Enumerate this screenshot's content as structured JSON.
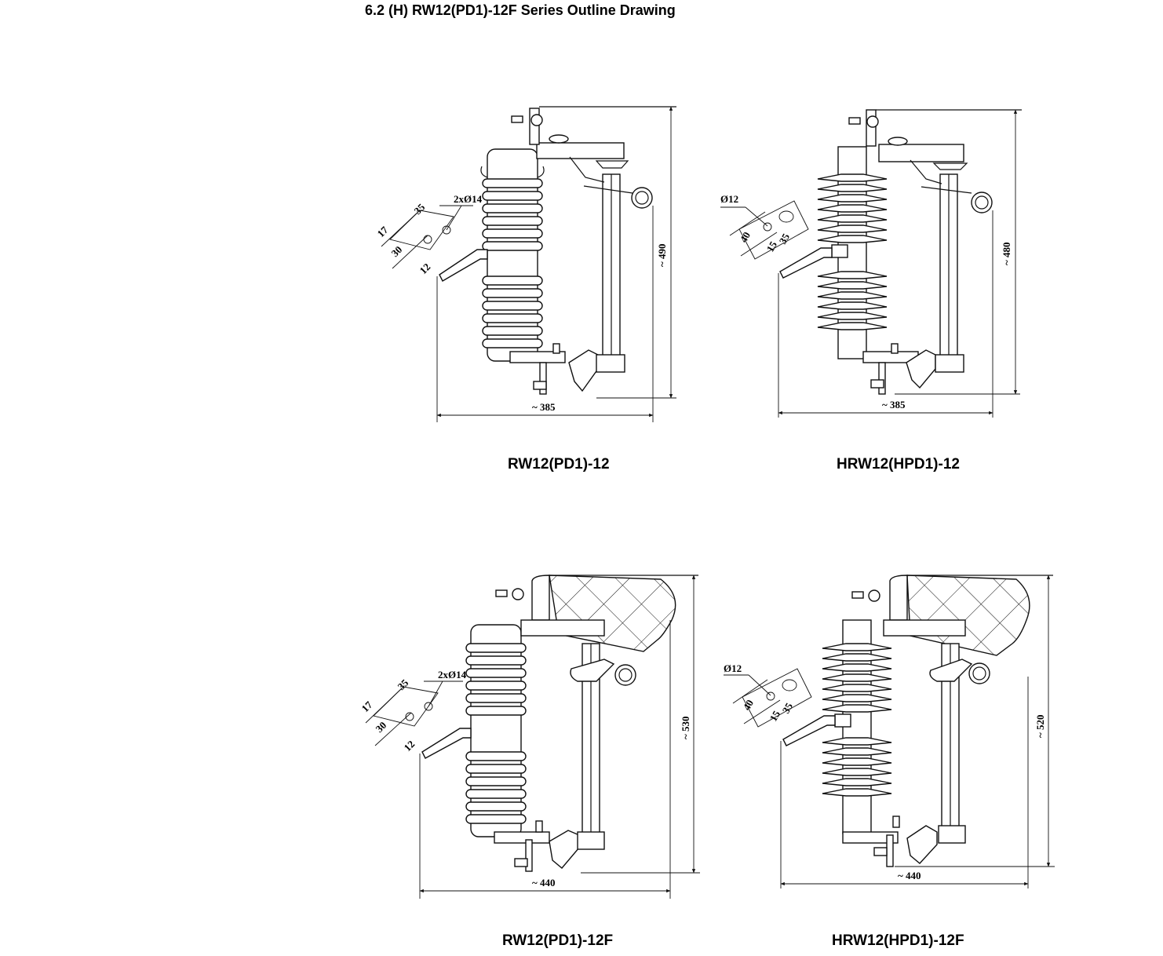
{
  "page_title": "6.2 (H) RW12(PD1)-12F Series Outline Drawing",
  "drawings": [
    {
      "caption": "RW12(PD1)-12",
      "labels": {
        "width": "~ 385",
        "height": "~ 490",
        "hole": "2xØ14",
        "d35": "35",
        "d17": "17",
        "d30": "30",
        "d12": "12"
      }
    },
    {
      "caption": "HRW12(HPD1)-12",
      "labels": {
        "width": "~ 385",
        "height": "~ 480",
        "hole": "Ø12",
        "d40": "40",
        "d15": "15",
        "d35": "35"
      }
    },
    {
      "caption": "RW12(PD1)-12F",
      "labels": {
        "width": "~ 440",
        "height": "~ 530",
        "hole": "2xØ14",
        "d35": "35",
        "d17": "17",
        "d30": "30",
        "d12": "12"
      }
    },
    {
      "caption": "HRW12(HPD1)-12F",
      "labels": {
        "width": "~ 440",
        "height": "~ 520",
        "hole": "Ø12",
        "d40": "40",
        "d15": "15",
        "d35": "35"
      }
    }
  ]
}
